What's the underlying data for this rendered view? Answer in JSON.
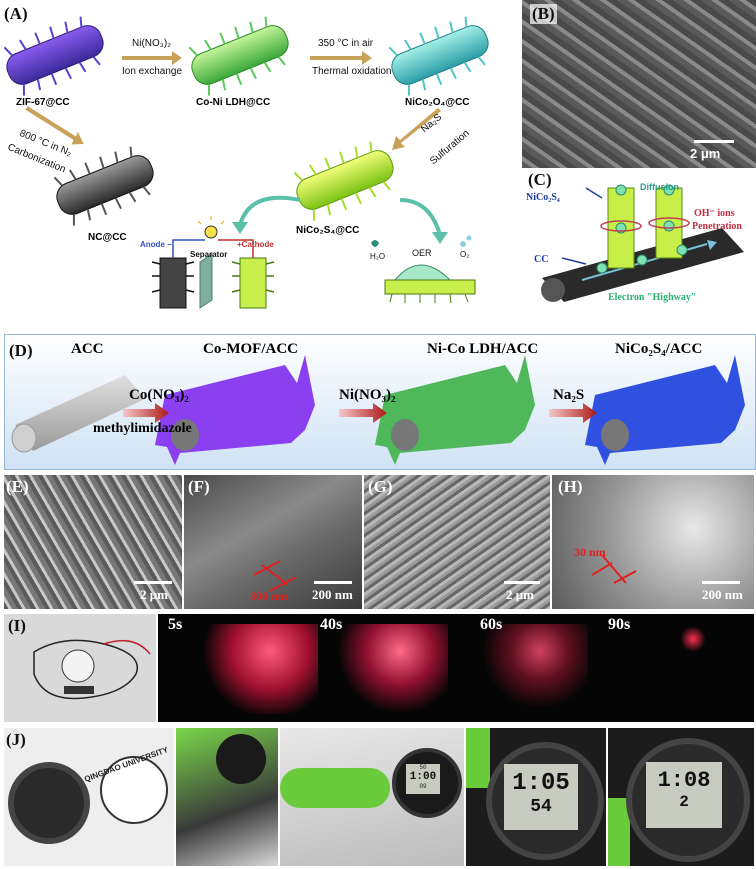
{
  "panel_labels": {
    "a": "(A)",
    "b": "(B)",
    "c": "(C)",
    "d": "(D)",
    "e": "(E)",
    "f": "(F)",
    "g": "(G)",
    "h": "(H)",
    "i": "(I)",
    "j": "(J)"
  },
  "panel_a": {
    "zif": "ZIF-67@CC",
    "ldh": "Co-Ni LDH@CC",
    "nico2o4": "NiCo₂O₄@CC",
    "nc": "NC@CC",
    "nico2s4": "NiCo₂S₄@CC",
    "step1_top": "Ni(NO₃)₂",
    "step1_bottom": "Ion exchange",
    "step2_top": "350 °C in air",
    "step2_bottom": "Thermal oxidation",
    "step3_top": "800 °C in N₂",
    "step3_bottom": "Carbonization",
    "step4_top": "Na₂S",
    "step4_bottom": "Sulfuration",
    "anode": "Anode −",
    "cathode": "+Cathode",
    "separator": "Separator",
    "h2o": "H₂O",
    "oer": "OER",
    "o2": "O₂"
  },
  "panel_b": {
    "scale": "2 μm"
  },
  "panel_c": {
    "nico2s4": "NiCo₂S₄",
    "diffusion": "Diffusion",
    "oh": "OH⁻ ions",
    "penetration": "Penetration",
    "cc": "CC",
    "highway": "Electron \"Highway\""
  },
  "panel_d": {
    "acc": "ACC",
    "comof": "Co-MOF/ACC",
    "nicoldh": "Ni-Co LDH/ACC",
    "nico2s4": "NiCo₂S₄/ACC",
    "step1_top": "Co(NO₃)₂",
    "step1_bottom": "methylimidazole",
    "step2_top": "Ni(NO₃)₂",
    "step3_top": "Na₂S"
  },
  "panel_e": {
    "scale": "2 μm"
  },
  "panel_f": {
    "scale": "200 nm",
    "measure": "300 nm"
  },
  "panel_g": {
    "scale": "2 μm"
  },
  "panel_h": {
    "scale": "200 nm",
    "measure": "30 nm"
  },
  "panel_i": {
    "t1": "5s",
    "t2": "40s",
    "t3": "60s",
    "t4": "90s"
  },
  "panel_j": {
    "logo": "QINGDAO UNIVERSITY",
    "watch1_top": "50",
    "watch1_time": "1:00",
    "watch1_sec": "09",
    "watch2_time": "1:05",
    "watch2_sec": "54",
    "watch3_time": "1:08",
    "watch3_sec": "2"
  }
}
